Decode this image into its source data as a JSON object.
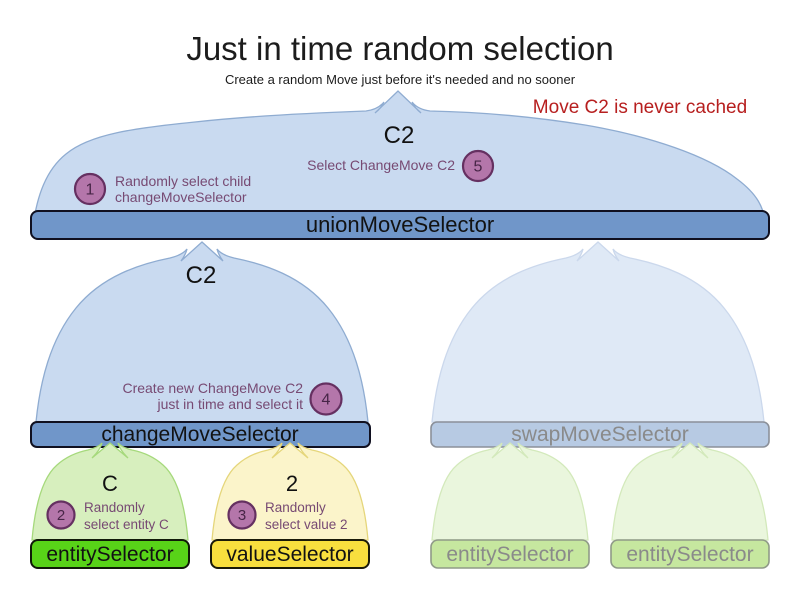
{
  "title": "Just in time random selection",
  "subtitle": "Create a random Move just before it's needed and no sooner",
  "note": "Move C2 is never cached",
  "selectors": {
    "union": {
      "label": "unionMoveSelector",
      "produced": "C2"
    },
    "change": {
      "label": "changeMoveSelector",
      "produced": "C2"
    },
    "swap": {
      "label": "swapMoveSelector"
    },
    "entity": {
      "label": "entitySelector",
      "produced": "C"
    },
    "value": {
      "label": "valueSelector",
      "produced": "2"
    },
    "entity_faded_left": {
      "label": "entitySelector"
    },
    "entity_faded_right": {
      "label": "entitySelector"
    }
  },
  "steps": [
    {
      "number": "1",
      "line1": "Randomly select child",
      "line2": "changeMoveSelector"
    },
    {
      "number": "2",
      "line1": "Randomly",
      "line2": "select entity C"
    },
    {
      "number": "3",
      "line1": "Randomly",
      "line2": "select value 2"
    },
    {
      "number": "4",
      "line1": "Create new ChangeMove C2",
      "line2": "just in time and select it"
    },
    {
      "number": "5",
      "line1": "Select ChangeMove C2"
    }
  ],
  "colors": {
    "background": "#ffffff",
    "text-dark": "#1c1c1c",
    "note-red": "#b71f1f",
    "purple-text": "#774a73",
    "circle-fill": "#b476aa",
    "circle-stroke": "#653061",
    "circle-digit": "#472547",
    "dome-blue": "#c9daf0",
    "dome-blue-stroke": "#8facd1",
    "dome-blue-faded": "#dfe9f6",
    "dome-blue-faded-stroke": "#cbd8ec",
    "bar-blue": "#7096c9",
    "bar-blue-stroke": "#101020",
    "bar-blue-faded": "#b7cae3",
    "bar-blue-faded-stroke": "#8b9099",
    "bar-faded-text": "#8a8a8a",
    "dome-green": "#d7efbe",
    "dome-green-stroke": "#a6d97c",
    "dome-green-faded": "#eaf6dd",
    "dome-green-faded-stroke": "#d3e9bb",
    "bar-green": "#58d318",
    "bar-green-stroke": "#101a08",
    "bar-green-faded": "#c6e79f",
    "bar-green-faded-stroke": "#8f9a87",
    "dome-yellow": "#fbf4ca",
    "dome-yellow-stroke": "#e5d67b",
    "bar-yellow": "#f8df3e",
    "bar-yellow-stroke": "#1a1a08"
  }
}
